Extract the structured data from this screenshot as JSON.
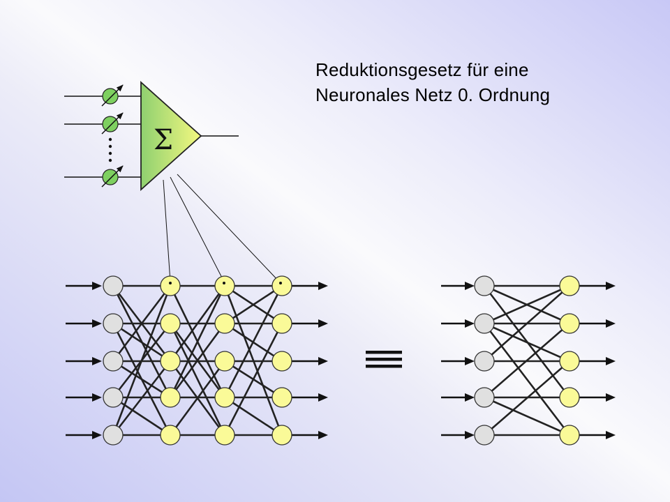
{
  "title": {
    "line1": "Reduktionsgesetz für eine",
    "line2": "Neuronales Netz 0. Ordnung"
  },
  "neuron_symbol": "Σ",
  "equivalence_symbol": "≡",
  "colors": {
    "input_node": "#e0e0e0",
    "hidden_node": "#fafa98",
    "weight_node": "#7ed060",
    "triangle_left": "#8fd070",
    "triangle_right": "#f4f880",
    "line": "#222222"
  },
  "networks": {
    "left": {
      "layers": [
        "input",
        "hidden",
        "hidden",
        "output"
      ],
      "nodes_per_layer": 5
    },
    "right": {
      "layers": [
        "input",
        "output"
      ],
      "nodes_per_layer": 5
    }
  }
}
